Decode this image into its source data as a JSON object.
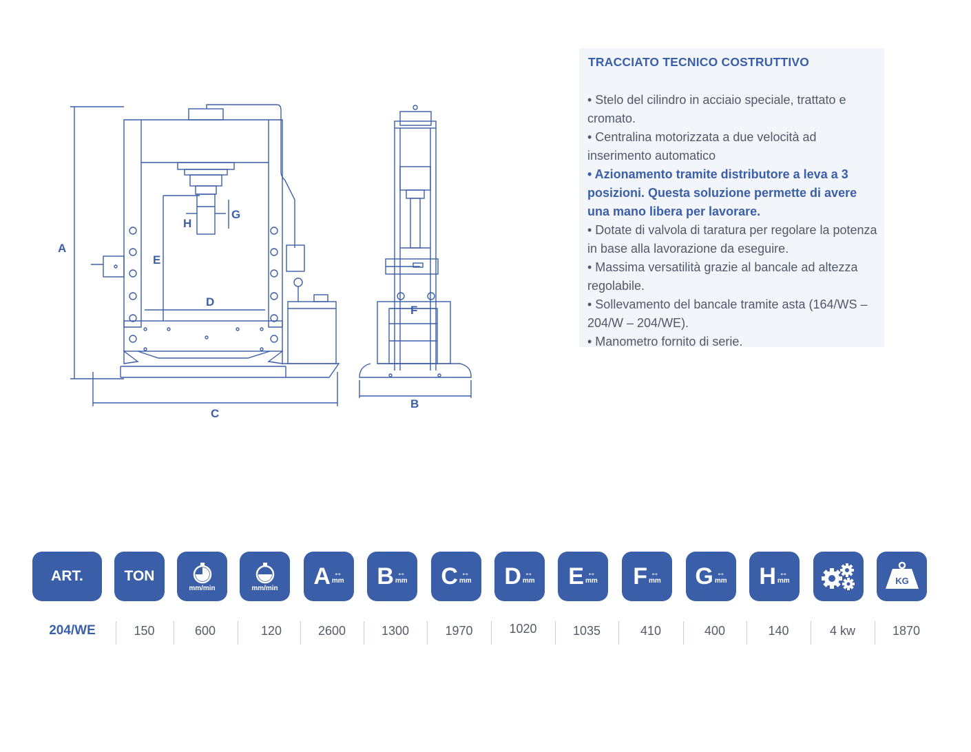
{
  "drawing": {
    "front_labels": {
      "a": "A",
      "c": "C",
      "d": "D",
      "e": "E",
      "g": "G",
      "h": "H"
    },
    "side_labels": {
      "b": "B",
      "f": "F"
    }
  },
  "info": {
    "title": "TRACCIATO TECNICO COSTRUTTIVO",
    "lines": [
      "• Stelo del cilindro in acciaio speciale, trattato e cromato.",
      "• Centralina motorizzata a due velocità ad inserimento automatico",
      "• Azionamento tramite distributore a leva a 3 posizioni. Questa soluzione permette di avere una mano libera per lavorare.",
      "• Dotate di valvola di taratura per regolare la potenza in base alla lavorazione da eseguire.",
      "• Massima versatilità grazie al bancale ad altezza regolabile.",
      "• Sollevamento del bancale tramite asta (164/WS – 204/W – 204/WE).",
      "• Manometro fornito di serie."
    ]
  },
  "table": {
    "headers": {
      "art": "ART.",
      "ton": "TON",
      "speed_fast_unit": "mm/min",
      "speed_slow_unit": "mm/min",
      "a": "A",
      "b": "B",
      "c": "C",
      "d": "D",
      "e": "E",
      "f": "F",
      "g": "G",
      "h": "H",
      "mm": "mm",
      "kg": "KG"
    },
    "icons": {
      "speed_fast": "stopwatch-fast-icon",
      "speed_slow": "stopwatch-slow-icon",
      "dimension": "double-arrow-icon",
      "power": "gears-icon",
      "weight": "kg-weight-icon"
    },
    "row": {
      "art": "204/WE",
      "ton": "150",
      "speed_fast": "600",
      "speed_slow": "120",
      "a": "2600",
      "b": "1300",
      "c": "1970",
      "d": "1020",
      "e": "1035",
      "f": "410",
      "g": "400",
      "h": "140",
      "power": "4 kw",
      "weight": "1870"
    }
  },
  "colors": {
    "accent": "#3a5ea8",
    "line": "#3a5ea8",
    "text": "#555b66"
  }
}
